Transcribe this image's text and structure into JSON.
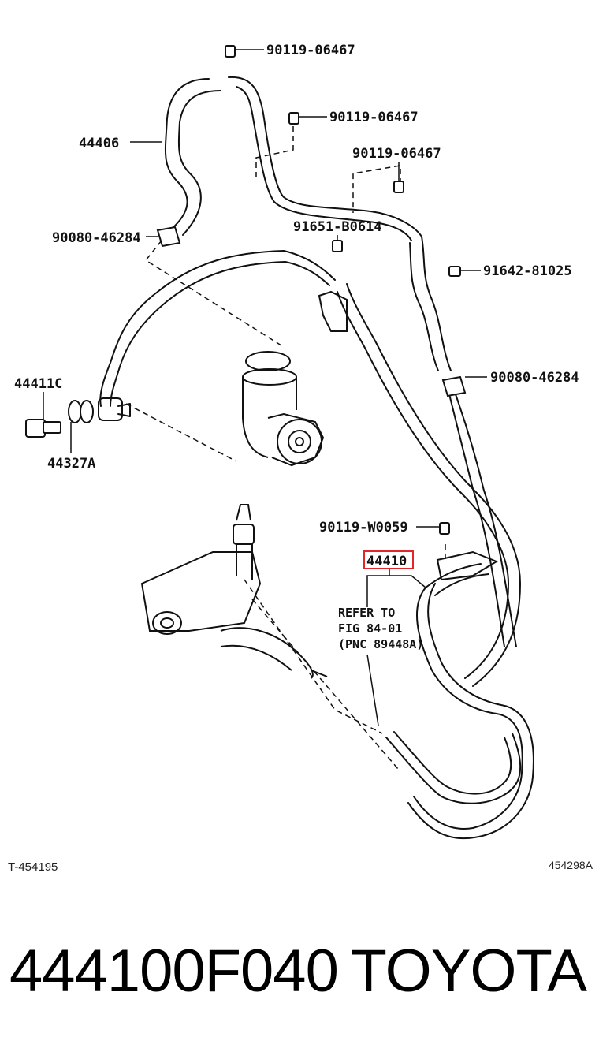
{
  "diagram": {
    "labels": {
      "bolt_top": "90119-06467",
      "bolt_mid": "90119-06467",
      "bolt_right": "90119-06467",
      "hose_return": "44406",
      "clamp_left": "90080-46284",
      "bolt_91651": "91651-B0614",
      "screw_91642": "91642-81025",
      "clamp_right": "90080-46284",
      "union_bolt": "44411C",
      "gasket": "44327A",
      "bolt_w0059": "90119-W0059",
      "highlight_part": "44410"
    },
    "note": {
      "line1": "REFER TO",
      "line2": "FIG 84-01",
      "line3": "(PNC 89448A)"
    },
    "highlight_color": "#e0262b"
  },
  "codes": {
    "left": "T-454195",
    "right": "454298A"
  },
  "footer": {
    "part_number": "444100F040",
    "brand": "TOYOTA"
  }
}
